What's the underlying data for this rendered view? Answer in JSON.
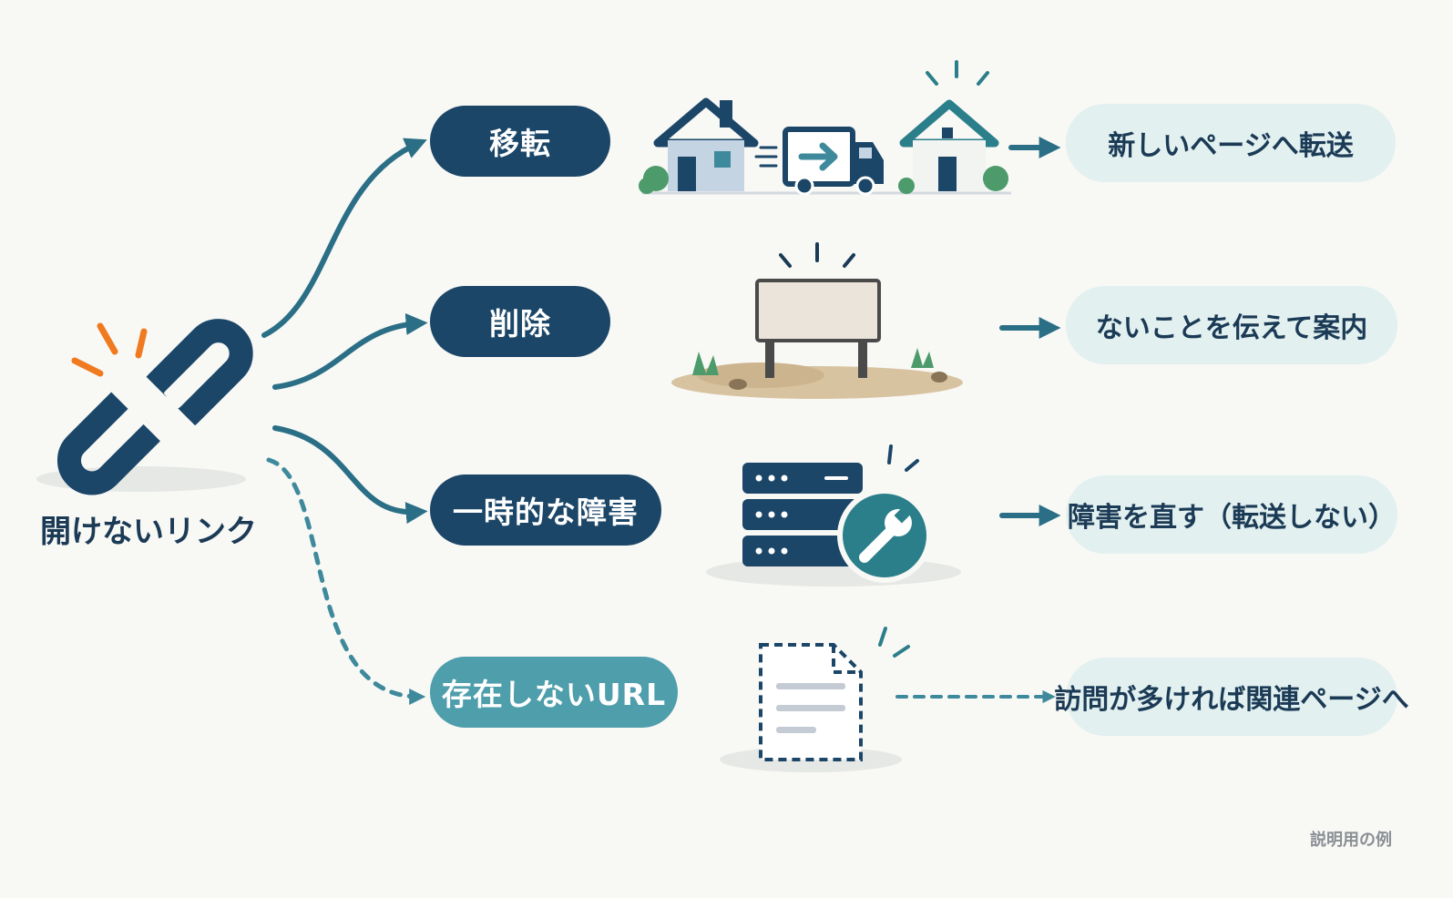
{
  "source": {
    "label": "開けないリンク",
    "icon": "broken-link-icon"
  },
  "rows": [
    {
      "cause": "移転",
      "cause_style": "dark",
      "result": "新しいページへ転送",
      "illustration": "moving-house-truck-icon",
      "line_style": "solid"
    },
    {
      "cause": "削除",
      "cause_style": "dark",
      "result": "ないことを伝えて案内",
      "illustration": "empty-signboard-icon",
      "line_style": "solid"
    },
    {
      "cause": "一時的な障害",
      "cause_style": "dark",
      "result": "障害を直す（転送しない）",
      "illustration": "server-repair-icon",
      "line_style": "solid"
    },
    {
      "cause": "存在しないURL",
      "cause_style": "teal",
      "result": "訪問が多ければ関連ページへ",
      "illustration": "missing-document-icon",
      "line_style": "dashed"
    }
  ],
  "footnote": "説明用の例",
  "colors": {
    "navy": "#1b4668",
    "teal": "#4e9eac",
    "arrow": "#2a6f86",
    "result_bg": "#e2f0f0",
    "burst": "#f07a1f"
  }
}
